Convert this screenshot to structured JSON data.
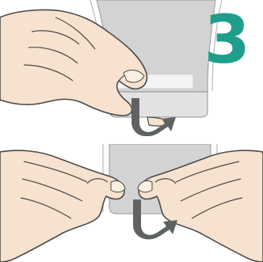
{
  "step": {
    "number": "3"
  },
  "colors": {
    "accent": "#1f9e8c",
    "skin": "#f7e2cf",
    "skin_outline": "#4a4a4a",
    "pouch": "#d3d3d3",
    "pouch_edge": "#bdbdbd",
    "arrow": "#5f6262"
  },
  "illustration": {
    "top_panel_icon": "hand-folding-pouch",
    "bottom_panel_icon": "hands-squeezing-pouch",
    "arrow_icon": "curved-arrow-fold-up"
  }
}
